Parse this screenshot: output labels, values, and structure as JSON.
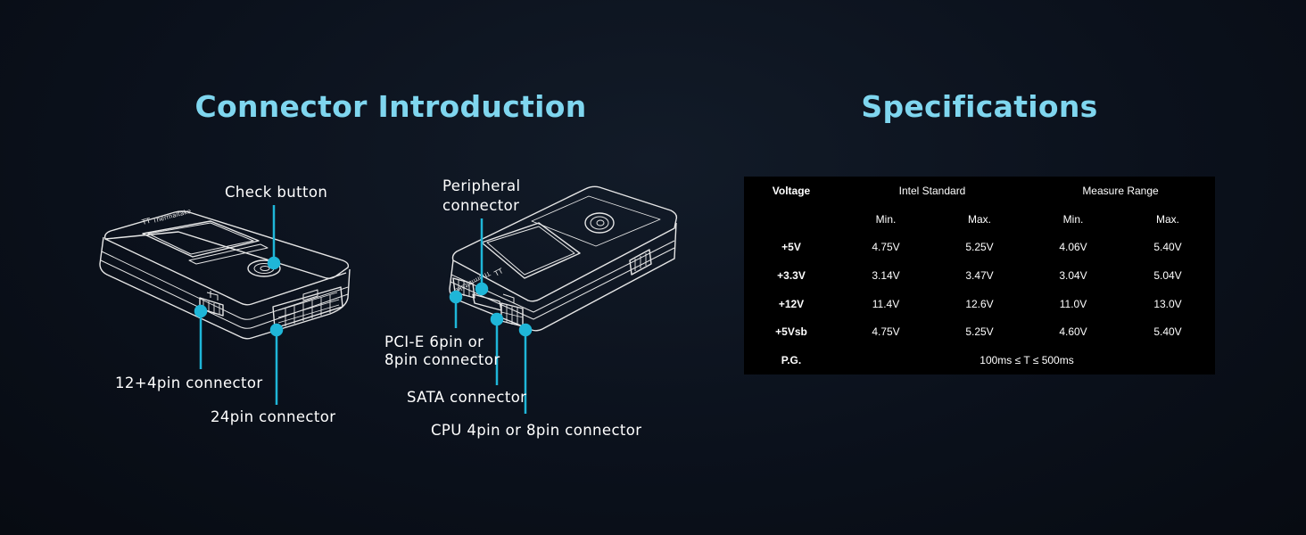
{
  "connector_section": {
    "title": "Connector Introduction",
    "labels": {
      "check_button": "Check button",
      "pin_12_4": "12+4pin connector",
      "pin_24": "24pin connector",
      "peripheral_line1": "Peripheral",
      "peripheral_line2": "connector",
      "pcie_line1": "PCI-E 6pin or",
      "pcie_line2": "8pin connector",
      "sata": "SATA connector",
      "cpu": "CPU 4pin or 8pin connector"
    },
    "device_logo_text": "Thermaltake"
  },
  "spec_section": {
    "title": "Specifications",
    "table": {
      "header": {
        "voltage": "Voltage",
        "intel": "Intel Standard",
        "measure": "Measure Range"
      },
      "subheader": [
        "Min.",
        "Max.",
        "Min.",
        "Max."
      ],
      "rows": [
        {
          "label": "+5V",
          "values": [
            "4.75V",
            "5.25V",
            "4.06V",
            "5.40V"
          ]
        },
        {
          "label": "+3.3V",
          "values": [
            "3.14V",
            "3.47V",
            "3.04V",
            "5.04V"
          ]
        },
        {
          "label": "+12V",
          "values": [
            "11.4V",
            "12.6V",
            "11.0V",
            "13.0V"
          ]
        },
        {
          "label": "+5Vsb",
          "values": [
            "4.75V",
            "5.25V",
            "4.60V",
            "5.40V"
          ]
        }
      ],
      "pg": {
        "label": "P.G.",
        "value": "100ms ≤ T ≤ 500ms"
      }
    }
  },
  "colors": {
    "accent": "#7fd6ef",
    "marker": "#1fb6d8",
    "background": "#0b111c",
    "table_bg": "#000000"
  }
}
